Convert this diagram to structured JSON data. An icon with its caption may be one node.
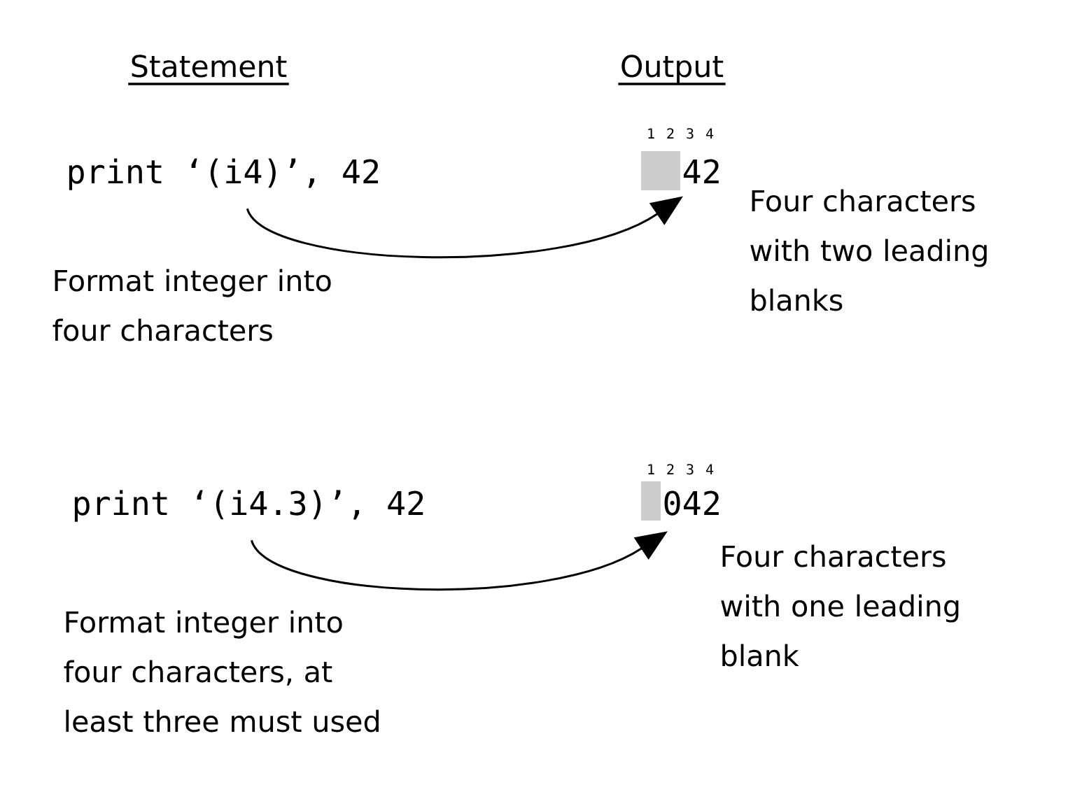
{
  "diagram": {
    "nodes": [
      {
        "text": [
          "print ‘(i4)’, 42"
        ],
        "beside": [
          "Format integer into four characters"
        ]
      },
      {
        "text": [
          "42"
        ],
        "beside": [
          "Four characters with two leading blanks"
        ]
      },
      {
        "text": [
          "print ‘(i4.3)’, 42"
        ],
        "beside": [
          "Format integer into four characters, at least three must used"
        ]
      },
      {
        "text": [
          "042"
        ],
        "beside": [
          "Four characters with one leading blank"
        ]
      }
    ],
    "edges": [
      {
        "from": 0,
        "to": 1,
        "arrow": "to"
      },
      {
        "from": 2,
        "to": 3,
        "arrow": "to"
      }
    ],
    "labels": [
      "Statement",
      "Output",
      "1",
      "2",
      "3",
      "4",
      "1",
      "2",
      "3",
      "4"
    ]
  }
}
